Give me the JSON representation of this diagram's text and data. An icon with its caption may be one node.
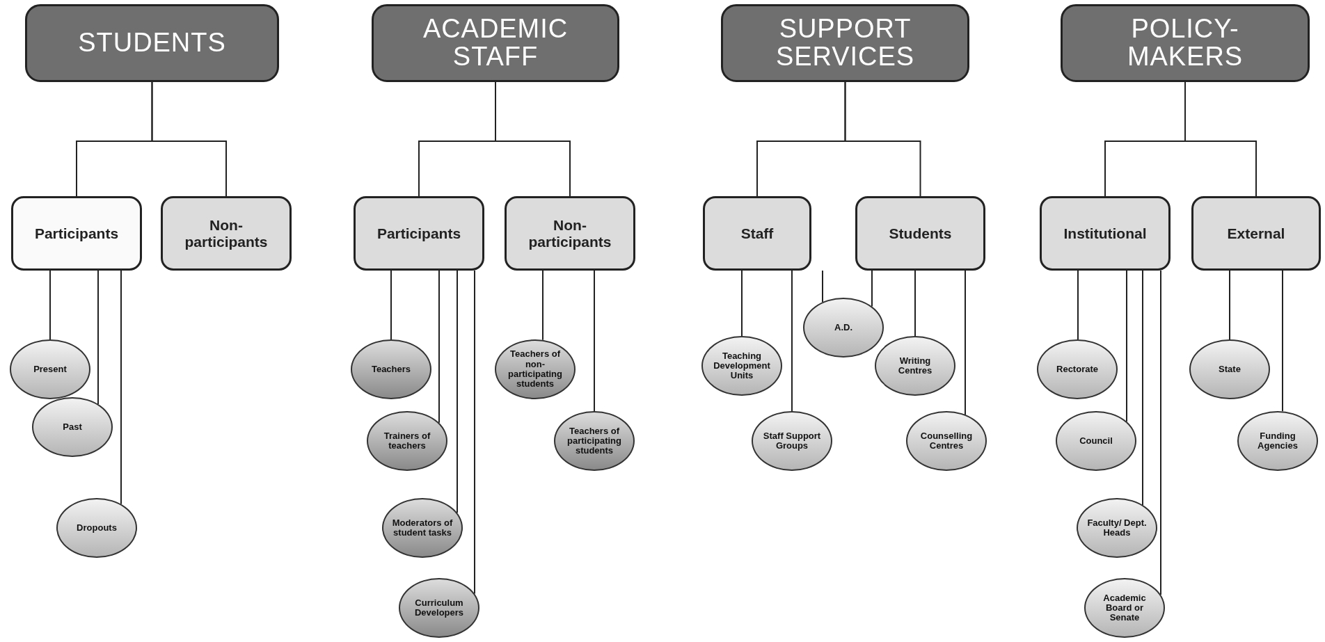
{
  "diagram": {
    "nodes": [
      {
        "text": [
          "STUDENTS"
        ]
      },
      {
        "text": [
          "ACADEMIC STAFF"
        ]
      },
      {
        "text": [
          "SUPPORT SERVICES"
        ]
      },
      {
        "text": [
          "POLICY- MAKERS"
        ]
      },
      {
        "text": [
          "Participants"
        ]
      },
      {
        "text": [
          "Non- participants"
        ]
      },
      {
        "text": [
          "Participants"
        ]
      },
      {
        "text": [
          "Non- participants"
        ]
      },
      {
        "text": [
          "Staff"
        ]
      },
      {
        "text": [
          "Students"
        ]
      },
      {
        "text": [
          "Institutional"
        ]
      },
      {
        "text": [
          "External"
        ]
      },
      {
        "text": [
          "Present"
        ]
      },
      {
        "text": [
          "Past"
        ]
      },
      {
        "text": [
          "Dropouts"
        ]
      },
      {
        "text": [
          "Teachers"
        ]
      },
      {
        "text": [
          "Trainers of teachers"
        ]
      },
      {
        "text": [
          "Moderators of student tasks"
        ]
      },
      {
        "text": [
          "Curriculum Developers"
        ]
      },
      {
        "text": [
          "Teachers of non- participating students"
        ]
      },
      {
        "text": [
          "Teachers of participating students"
        ]
      },
      {
        "text": [
          "Teaching Development Units"
        ]
      },
      {
        "text": [
          "Staff Support Groups"
        ]
      },
      {
        "text": [
          "A.D."
        ]
      },
      {
        "text": [
          "Writing Centres"
        ]
      },
      {
        "text": [
          "Counselling Centres"
        ]
      },
      {
        "text": [
          "Rectorate"
        ]
      },
      {
        "text": [
          "Council"
        ]
      },
      {
        "text": [
          "Faculty/ Dept. Heads"
        ]
      },
      {
        "text": [
          "Academic Board or Senate"
        ]
      },
      {
        "text": [
          "State"
        ]
      },
      {
        "text": [
          "Funding Agencies"
        ]
      }
    ],
    "edges": [
      {
        "from": 0,
        "to": 4,
        "arrow": "none"
      },
      {
        "from": 0,
        "to": 5,
        "arrow": "none"
      },
      {
        "from": 1,
        "to": 6,
        "arrow": "none"
      },
      {
        "from": 1,
        "to": 7,
        "arrow": "none"
      },
      {
        "from": 2,
        "to": 8,
        "arrow": "none"
      },
      {
        "from": 2,
        "to": 9,
        "arrow": "none"
      },
      {
        "from": 3,
        "to": 10,
        "arrow": "none"
      },
      {
        "from": 3,
        "to": 11,
        "arrow": "none"
      },
      {
        "from": 4,
        "to": 12,
        "arrow": "none"
      },
      {
        "from": 4,
        "to": 13,
        "arrow": "none"
      },
      {
        "from": 4,
        "to": 14,
        "arrow": "none"
      },
      {
        "from": 6,
        "to": 15,
        "arrow": "none"
      },
      {
        "from": 6,
        "to": 16,
        "arrow": "none"
      },
      {
        "from": 6,
        "to": 17,
        "arrow": "none"
      },
      {
        "from": 6,
        "to": 18,
        "arrow": "none"
      },
      {
        "from": 7,
        "to": 19,
        "arrow": "none"
      },
      {
        "from": 7,
        "to": 20,
        "arrow": "none"
      },
      {
        "from": 8,
        "to": 21,
        "arrow": "none"
      },
      {
        "from": 8,
        "to": 22,
        "arrow": "none"
      },
      {
        "from": 8,
        "to": 23,
        "arrow": "none"
      },
      {
        "from": 9,
        "to": 23,
        "arrow": "none"
      },
      {
        "from": 9,
        "to": 24,
        "arrow": "none"
      },
      {
        "from": 9,
        "to": 25,
        "arrow": "none"
      },
      {
        "from": 10,
        "to": 26,
        "arrow": "none"
      },
      {
        "from": 10,
        "to": 27,
        "arrow": "none"
      },
      {
        "from": 10,
        "to": 28,
        "arrow": "none"
      },
      {
        "from": 10,
        "to": 29,
        "arrow": "none"
      },
      {
        "from": 11,
        "to": 30,
        "arrow": "none"
      },
      {
        "from": 11,
        "to": 31,
        "arrow": "none"
      }
    ]
  }
}
